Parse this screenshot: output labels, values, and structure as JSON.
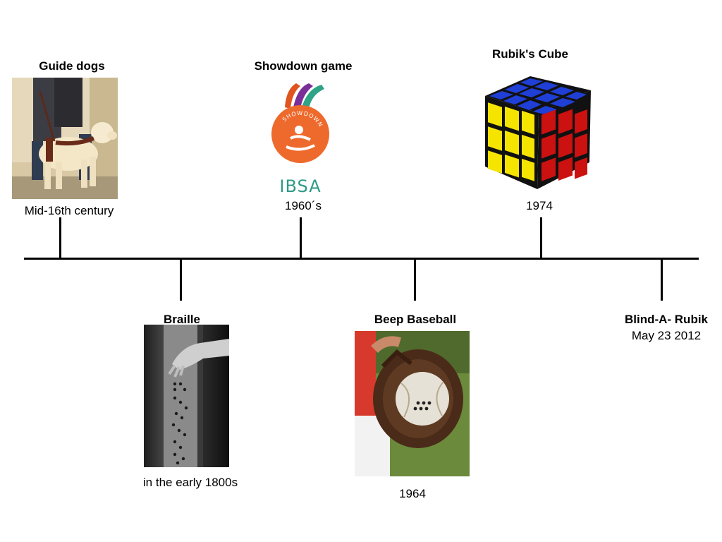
{
  "events": [
    {
      "title": "Guide dogs",
      "date": "Mid-16th century"
    },
    {
      "title": "Braille",
      "date": "in the early 1800s"
    },
    {
      "title": "Showdown game",
      "date": "1960´s"
    },
    {
      "title": "Beep Baseball",
      "date": "1964"
    },
    {
      "title": "Rubik's Cube",
      "date": "1974"
    },
    {
      "title": "Blind-A- Rubik",
      "date": "May 23 2012"
    }
  ],
  "logo_text": {
    "showdown": "SHOWDOWN",
    "ibsa": "IBSA"
  },
  "colors": {
    "line": "#000000",
    "showdown_orange": "#ee6a2c",
    "ibsa_teal": "#2e9a86",
    "cube_blue": "#1f3fd6",
    "cube_yellow": "#f5e300",
    "cube_red": "#cc1111"
  }
}
